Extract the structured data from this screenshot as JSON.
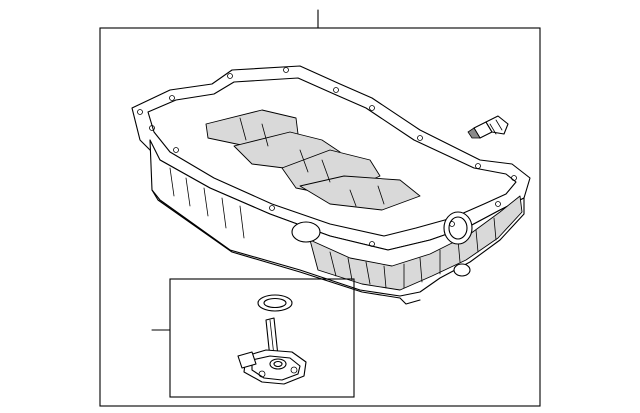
{
  "diagram": {
    "parts": [
      {
        "id": "oil-pan",
        "icon": "oil-pan-icon"
      },
      {
        "id": "drain-plug",
        "icon": "drain-plug-icon"
      },
      {
        "id": "oil-level-sensor",
        "icon": "oil-level-sensor-icon"
      },
      {
        "id": "sensor-seal-ring",
        "icon": "seal-ring-icon"
      }
    ],
    "line_color": "#000000",
    "background": "#ffffff"
  }
}
